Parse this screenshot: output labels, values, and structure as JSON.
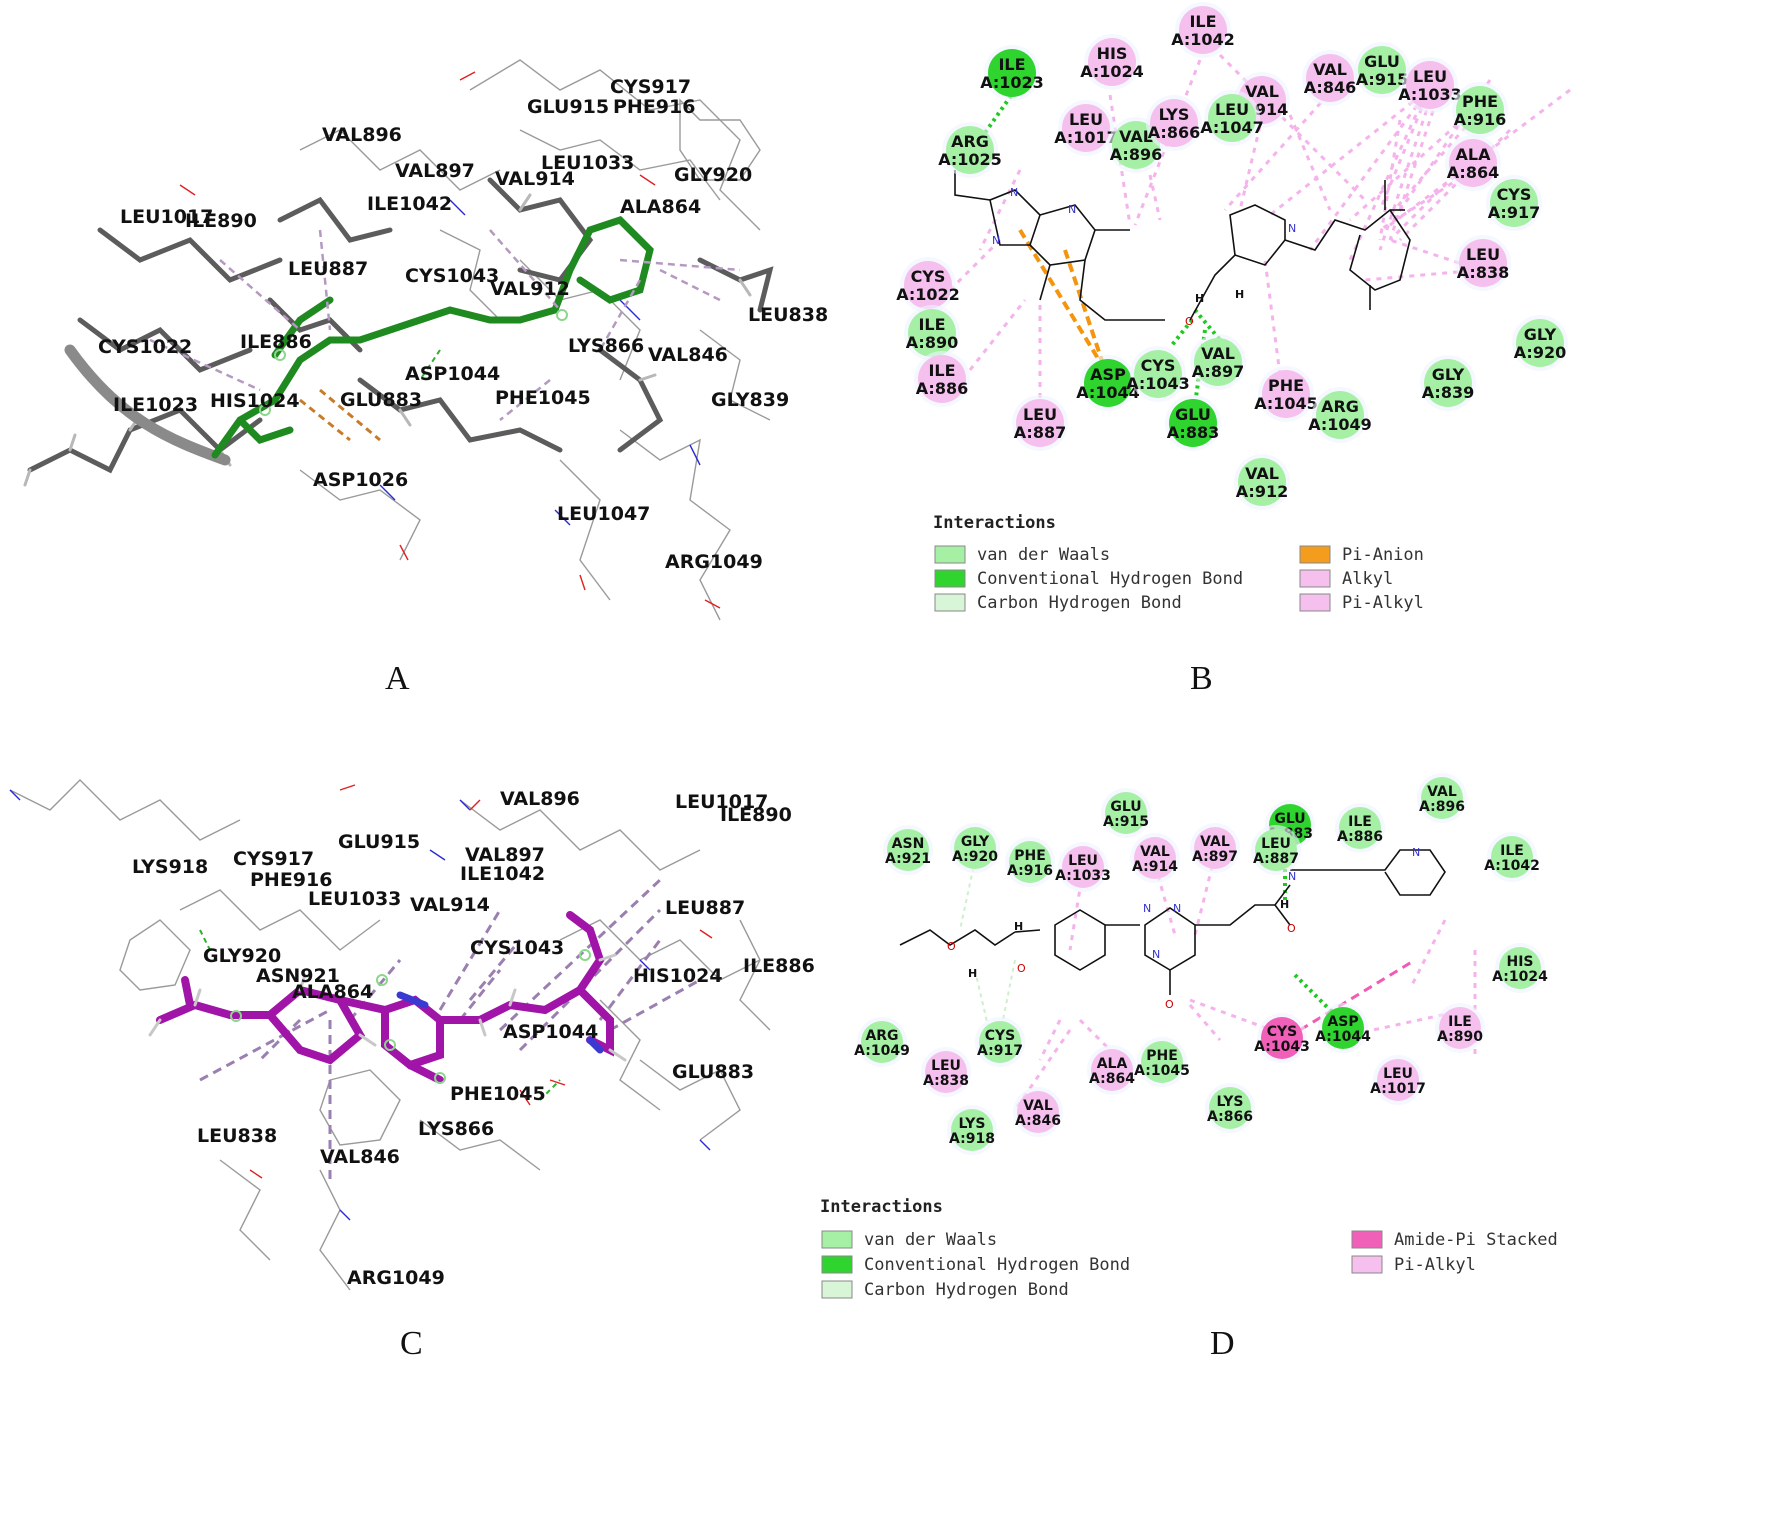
{
  "panels": {
    "A": {
      "letter": "A",
      "residues": [
        "CYS917",
        "PHE916",
        "GLU915",
        "VAL896",
        "VAL897",
        "LEU1033",
        "GLY920",
        "VAL914",
        "ALA864",
        "LEU1017",
        "ILE890",
        "ILE1042",
        "LEU887",
        "CYS1043",
        "VAL912",
        "LEU838",
        "CYS1022",
        "ILE886",
        "LYS866",
        "VAL846",
        "ASP1044",
        "ILE1023",
        "HIS1024",
        "GLU883",
        "PHE1045",
        "GLY839",
        "ASP1026",
        "LEU1047",
        "ARG1049"
      ]
    },
    "B": {
      "letter": "B",
      "residues": [
        {
          "name": "ILE",
          "id": "A:1042",
          "type": "alkyl"
        },
        {
          "name": "HIS",
          "id": "A:1024",
          "type": "alkyl"
        },
        {
          "name": "ILE",
          "id": "A:1023",
          "type": "hbond"
        },
        {
          "name": "VAL",
          "id": "A:914",
          "type": "alkyl"
        },
        {
          "name": "VAL",
          "id": "A:846",
          "type": "alkyl"
        },
        {
          "name": "GLU",
          "id": "A:915",
          "type": "vdw"
        },
        {
          "name": "LEU",
          "id": "A:1033",
          "type": "alkyl"
        },
        {
          "name": "PHE",
          "id": "A:916",
          "type": "vdw"
        },
        {
          "name": "ARG",
          "id": "A:1025",
          "type": "vdw"
        },
        {
          "name": "LEU",
          "id": "A:1017",
          "type": "alkyl"
        },
        {
          "name": "VAL",
          "id": "A:896",
          "type": "vdw"
        },
        {
          "name": "LYS",
          "id": "A:866",
          "type": "alkyl"
        },
        {
          "name": "LEU",
          "id": "A:1047",
          "type": "vdw"
        },
        {
          "name": "ALA",
          "id": "A:864",
          "type": "alkyl"
        },
        {
          "name": "CYS",
          "id": "A:917",
          "type": "vdw"
        },
        {
          "name": "CYS",
          "id": "A:1022",
          "type": "alkyl"
        },
        {
          "name": "LEU",
          "id": "A:838",
          "type": "alkyl"
        },
        {
          "name": "ILE",
          "id": "A:890",
          "type": "vdw"
        },
        {
          "name": "GLY",
          "id": "A:920",
          "type": "vdw"
        },
        {
          "name": "ILE",
          "id": "A:886",
          "type": "alkyl"
        },
        {
          "name": "ASP",
          "id": "A:1044",
          "type": "hbond"
        },
        {
          "name": "CYS",
          "id": "A:1043",
          "type": "vdw"
        },
        {
          "name": "VAL",
          "id": "A:897",
          "type": "vdw"
        },
        {
          "name": "PHE",
          "id": "A:1045",
          "type": "alkyl"
        },
        {
          "name": "GLY",
          "id": "A:839",
          "type": "vdw"
        },
        {
          "name": "LEU",
          "id": "A:887",
          "type": "alkyl"
        },
        {
          "name": "GLU",
          "id": "A:883",
          "type": "hbond"
        },
        {
          "name": "ARG",
          "id": "A:1049",
          "type": "vdw"
        },
        {
          "name": "VAL",
          "id": "A:912",
          "type": "vdw"
        }
      ],
      "legend": {
        "title": "Interactions",
        "items": [
          {
            "label": "van der Waals",
            "color": "#a6f0a6"
          },
          {
            "label": "Conventional Hydrogen Bond",
            "color": "#2fd42f"
          },
          {
            "label": "Carbon Hydrogen Bond",
            "color": "#d8f5d8"
          },
          {
            "label": "Pi-Anion",
            "color": "#f39c1e"
          },
          {
            "label": "Alkyl",
            "color": "#f5c0ee"
          },
          {
            "label": "Pi-Alkyl",
            "color": "#f5c0ee"
          }
        ]
      }
    },
    "C": {
      "letter": "C",
      "residues": [
        "VAL896",
        "LEU1017",
        "ILE890",
        "GLU915",
        "VAL897",
        "LYS918",
        "CYS917",
        "PHE916",
        "ILE1042",
        "LEU1033",
        "VAL914",
        "LEU887",
        "CYS1043",
        "GLY920",
        "ASN921",
        "ALA864",
        "HIS1024",
        "ILE886",
        "ASP1044",
        "GLU883",
        "PHE1045",
        "LEU838",
        "LYS866",
        "VAL846",
        "ARG1049"
      ]
    },
    "D": {
      "letter": "D",
      "residues": [
        {
          "name": "GLU",
          "id": "A:915",
          "type": "vdw"
        },
        {
          "name": "GLU",
          "id": "A:883",
          "type": "hbond"
        },
        {
          "name": "ILE",
          "id": "A:886",
          "type": "vdw"
        },
        {
          "name": "VAL",
          "id": "A:896",
          "type": "vdw"
        },
        {
          "name": "ASN",
          "id": "A:921",
          "type": "vdw"
        },
        {
          "name": "GLY",
          "id": "A:920",
          "type": "vdw"
        },
        {
          "name": "PHE",
          "id": "A:916",
          "type": "vdw"
        },
        {
          "name": "LEU",
          "id": "A:1033",
          "type": "alkyl"
        },
        {
          "name": "VAL",
          "id": "A:914",
          "type": "alkyl"
        },
        {
          "name": "VAL",
          "id": "A:897",
          "type": "alkyl"
        },
        {
          "name": "LEU",
          "id": "A:887",
          "type": "vdw"
        },
        {
          "name": "ILE",
          "id": "A:1042",
          "type": "vdw"
        },
        {
          "name": "HIS",
          "id": "A:1024",
          "type": "vdw"
        },
        {
          "name": "ARG",
          "id": "A:1049",
          "type": "vdw"
        },
        {
          "name": "CYS",
          "id": "A:917",
          "type": "vdw"
        },
        {
          "name": "ALA",
          "id": "A:864",
          "type": "alkyl"
        },
        {
          "name": "PHE",
          "id": "A:1045",
          "type": "vdw"
        },
        {
          "name": "CYS",
          "id": "A:1043",
          "type": "amidepi"
        },
        {
          "name": "ASP",
          "id": "A:1044",
          "type": "hbond"
        },
        {
          "name": "ILE",
          "id": "A:890",
          "type": "alkyl"
        },
        {
          "name": "LEU",
          "id": "A:838",
          "type": "alkyl"
        },
        {
          "name": "VAL",
          "id": "A:846",
          "type": "alkyl"
        },
        {
          "name": "LYS",
          "id": "A:866",
          "type": "vdw"
        },
        {
          "name": "LEU",
          "id": "A:1017",
          "type": "alkyl"
        },
        {
          "name": "LYS",
          "id": "A:918",
          "type": "vdw"
        }
      ],
      "legend": {
        "title": "Interactions",
        "items": [
          {
            "label": "van der Waals",
            "color": "#a6f0a6"
          },
          {
            "label": "Conventional Hydrogen Bond",
            "color": "#2fd42f"
          },
          {
            "label": "Carbon Hydrogen Bond",
            "color": "#d8f5d8"
          },
          {
            "label": "Amide-Pi Stacked",
            "color": "#f05fb8"
          },
          {
            "label": "Pi-Alkyl",
            "color": "#f5c0ee"
          }
        ]
      }
    }
  }
}
